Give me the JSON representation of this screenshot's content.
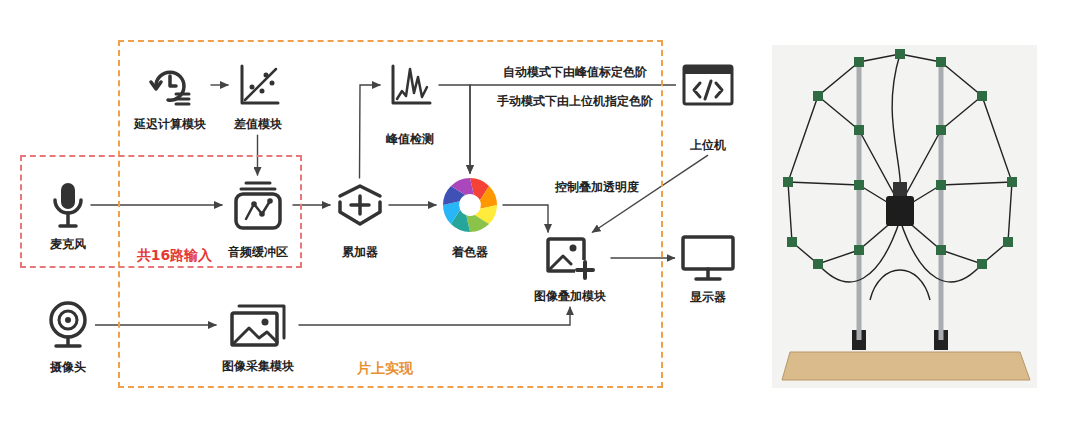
{
  "diagram": {
    "nodes": [
      {
        "text": [
          "片上实现"
        ]
      },
      {
        "text": [
          "延迟计算模块"
        ],
        "in": 0
      },
      {
        "text": [
          "差值模块"
        ],
        "in": 0
      },
      {
        "text": [
          "峰值检测"
        ],
        "in": 0
      },
      {
        "text": [
          "上位机"
        ]
      },
      {
        "text": [
          "共16路输入"
        ]
      },
      {
        "text": [
          "麦克风"
        ],
        "in": 5
      },
      {
        "text": [
          "音频缓冲区"
        ],
        "in": 5
      },
      {
        "text": [
          "累加器"
        ],
        "in": 0
      },
      {
        "text": [
          "着色器"
        ],
        "in": 0
      },
      {
        "text": [
          "图像叠加模块"
        ],
        "in": 0
      },
      {
        "text": [
          "显示器"
        ]
      },
      {
        "text": [
          "摄像头"
        ]
      },
      {
        "text": [
          "图像采集模块"
        ],
        "in": 0
      }
    ],
    "edges": [
      {
        "from": 1,
        "to": 2,
        "arrow": "to"
      },
      {
        "from": 2,
        "to": 7,
        "arrow": "to"
      },
      {
        "from": 6,
        "to": 7,
        "arrow": "to"
      },
      {
        "from": 7,
        "to": 8,
        "arrow": "to"
      },
      {
        "from": 8,
        "to": 3,
        "arrow": "to"
      },
      {
        "from": 8,
        "to": 9,
        "arrow": "to"
      },
      {
        "from": 3,
        "to": 9,
        "label": "自动模式下由峰值标定色阶",
        "arrow": "to"
      },
      {
        "from": 4,
        "to": 9,
        "label": "手动模式下由上位机指定色阶",
        "arrow": "to"
      },
      {
        "from": 9,
        "to": 10,
        "arrow": "to"
      },
      {
        "from": 4,
        "to": 10,
        "label": "控制叠加透明度",
        "arrow": "to"
      },
      {
        "from": 10,
        "to": 11,
        "arrow": "to"
      },
      {
        "from": 12,
        "to": 13,
        "arrow": "to"
      },
      {
        "from": 13,
        "to": 10,
        "arrow": "to"
      }
    ]
  }
}
